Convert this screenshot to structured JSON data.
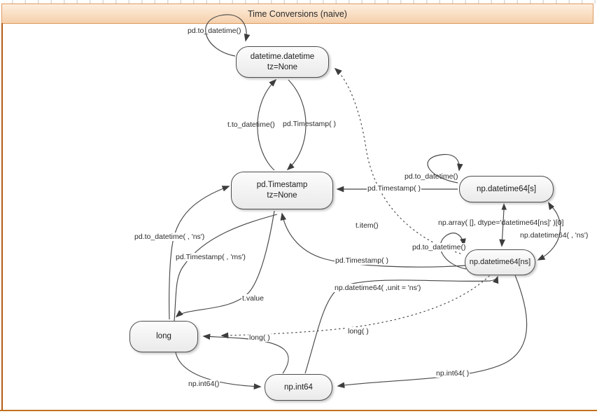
{
  "title": "Time Conversions (naive)",
  "nodes": [
    {
      "label": "datetime.datetime",
      "sub": "tz=None"
    },
    {
      "label": "pd.Timestamp",
      "sub": "tz=None"
    },
    {
      "label": "np.datetime64[s]",
      "sub": ""
    },
    {
      "label": "np.datetime64[ns]",
      "sub": ""
    },
    {
      "label": "long",
      "sub": ""
    },
    {
      "label": "np.int64",
      "sub": ""
    }
  ],
  "labels": {
    "dt_self": "pd.to_datetime()",
    "t_to_datetime": "t.to_datetime()",
    "ts_from_dt": "pd.Timestamp( )",
    "ts_from_s64": "pd.Timestamp( )",
    "s64_self": "pd.to_datetime()",
    "ns64_self": "pd.to_datetime()",
    "t_item": "t.item()",
    "np_array": "np.array( [], dtype='datetime64[ns]' )[0]",
    "np_dt64_ns": "np.datetime64( , 'ns')",
    "pd_to_dt_ns": "pd.to_datetime( , 'ns')",
    "ts_ms": "pd.Timestamp( , 'ms')",
    "t_value": "t.value",
    "np_int64_fn": "np.int64()",
    "long_solid": "long( )",
    "long_dotted": "long( )",
    "ts_from_ns64": "pd.Timestamp( )",
    "np_dt64_unit": "np.datetime64( ,unit = 'ns')",
    "np_int64_call": "np.int64( )"
  },
  "colors": {
    "titlebar_top": "#fdeede",
    "titlebar_bottom": "#f5d0ab",
    "titlebar_border": "#dd9a60",
    "left_border": "#b55a13",
    "bottom_border": "#c2701f",
    "edge": "#474747",
    "node_border": "#4e4e4e",
    "node_fill": "#f4f4f4"
  }
}
